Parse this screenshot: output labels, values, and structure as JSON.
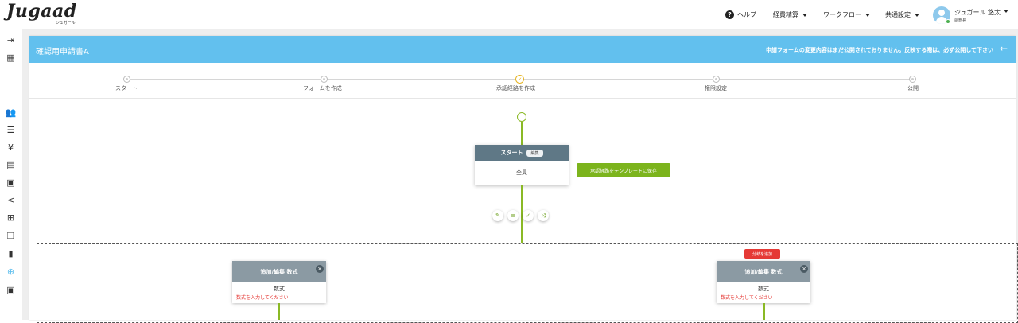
{
  "header": {
    "logo": "Jugaad",
    "logo_sub": "ジュガール",
    "help": "ヘルプ",
    "menus": [
      "経費精算",
      "ワークフロー",
      "共通設定"
    ],
    "user_name": "ジュガール 悠太",
    "user_role": "副部長"
  },
  "page": {
    "title": "確認用申請書A",
    "notice": "申請フォームの変更内容はまだ公開されておりません。反映する際は、必ず公開して下さい"
  },
  "steps": [
    {
      "label": "スタート",
      "state": "done"
    },
    {
      "label": "フォームを作成",
      "state": "done"
    },
    {
      "label": "承認経路を作成",
      "state": "active"
    },
    {
      "label": "権限設定",
      "state": "todo"
    },
    {
      "label": "公開",
      "state": "todo"
    }
  ],
  "flow": {
    "start_node": {
      "title": "スタート",
      "edit": "編集",
      "body": "全員"
    },
    "save_template": "承認経路をテンプレートに保存",
    "tools": [
      "pencil-icon",
      "list-icon",
      "check-icon",
      "shuffle-icon"
    ],
    "add_branch": "分岐を追加",
    "branches": [
      {
        "title": "追加/編集 数式",
        "body": "数式",
        "error": "数式を入力してください"
      },
      {
        "title": "追加/編集 数式",
        "body": "数式",
        "error": "数式を入力してください"
      }
    ]
  },
  "colors": {
    "accent": "#62c0ee",
    "flow": "#8ab925",
    "danger": "#e53935"
  }
}
